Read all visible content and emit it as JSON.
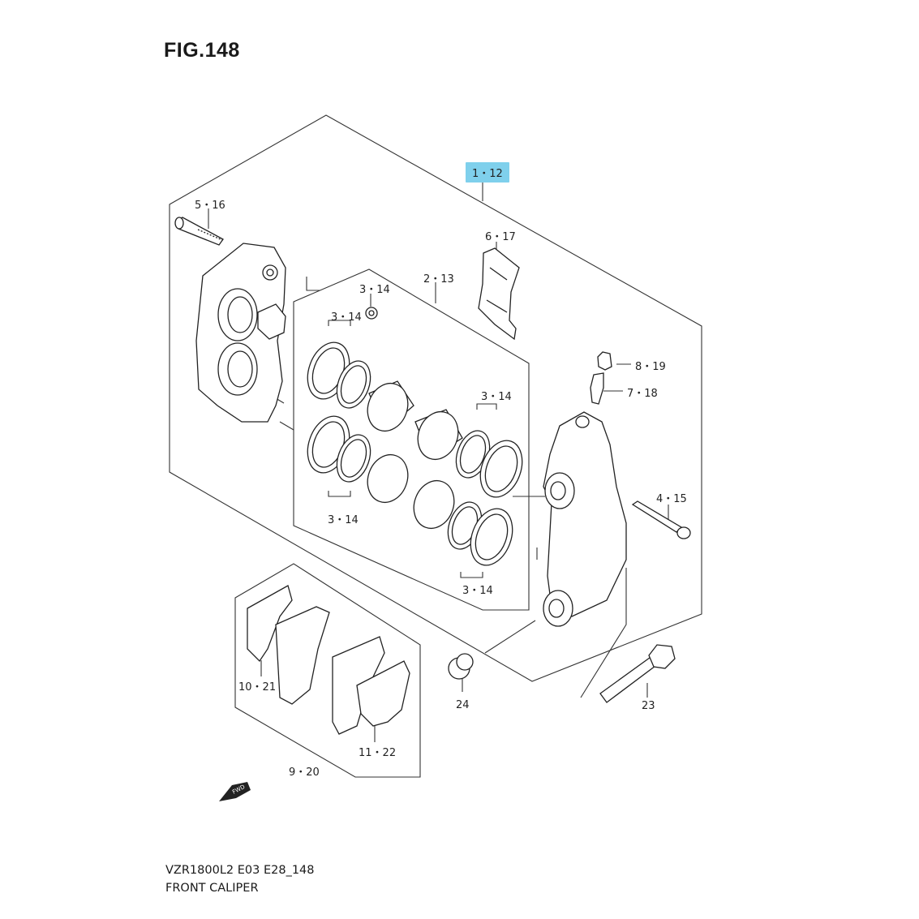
{
  "figure": {
    "title": "FIG.148"
  },
  "callouts": {
    "c1_12": "1・12",
    "c5_16": "5・16",
    "c6_17": "6・17",
    "c2_13": "2・13",
    "c3_14_a": "3・14",
    "c3_14_b": "3・14",
    "c3_14_c": "3・14",
    "c3_14_d": "3・14",
    "c3_14_e": "3・14",
    "c8_19": "8・19",
    "c7_18": "7・18",
    "c4_15": "4・15",
    "c10_21": "10・21",
    "c11_22": "11・22",
    "c9_20": "9・20",
    "c24": "24",
    "c23": "23"
  },
  "fwd_marker": {
    "text": "FWD"
  },
  "highlight_color": "#7fd0ec",
  "footer": {
    "model_code": "VZR1800L2 E03 E28_148",
    "section_name": "FRONT CALIPER"
  }
}
